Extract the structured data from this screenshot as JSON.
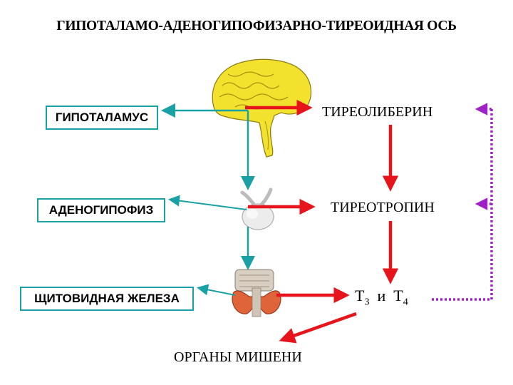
{
  "title": "ГИПОТАЛАМО-АДЕНОГИПОФИЗАРНО-ТИРЕОИДНАЯ ОСЬ",
  "organs": {
    "hypothalamus": "ГИПОТАЛАМУС",
    "adenohypophysis": "АДЕНОГИПОФИЗ",
    "thyroid": "ЩИТОВИДНАЯ ЖЕЛЕЗА"
  },
  "hormones": {
    "trh": "ТИРЕОЛИБЕРИН",
    "tsh": "ТИРЕОТРОПИН",
    "t3_base": "Т",
    "t3_sub": "3",
    "and": "и",
    "t4_base": "Т",
    "t4_sub": "4"
  },
  "targets": "ОРГАНЫ МИШЕНИ",
  "colors": {
    "stimulation": "#e8141c",
    "anatomy_link": "#1aa1a6",
    "feedback": "#a020c8"
  },
  "icons": [
    "brain-icon",
    "pituitary-gland-icon",
    "thyroid-gland-icon"
  ]
}
